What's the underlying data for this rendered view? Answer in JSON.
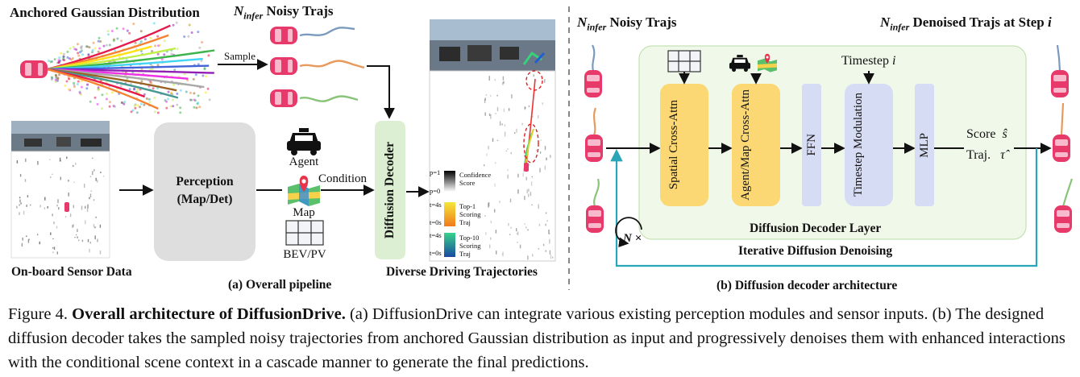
{
  "panel_a": {
    "anchored_title": "Anchored Gaussian Distribution",
    "noisy_trajs_prefix": "N",
    "noisy_trajs_sub": "infer",
    "noisy_trajs_text": "Noisy Trajs",
    "sample_label": "Sample",
    "sensor_label": "On-board Sensor Data",
    "perception_line1": "Perception",
    "perception_line2": "(Map/Det)",
    "agent_label": "Agent",
    "map_label": "Map",
    "condition_label": "Condition",
    "bev_label": "BEV/PV",
    "decoder_label": "Diffusion Decoder",
    "trajectories_label": "Diverse Driving Trajectories",
    "legend": {
      "confidence_top": "p=1",
      "confidence_bottom": "p=0",
      "confidence_title": "Confidence Score",
      "top1_top": "t=4s",
      "top1_bottom": "t=0s",
      "top1_title": "Top-1 Scoring Traj",
      "top10_top": "t=4s",
      "top10_bottom": "t=0s",
      "top10_title": "Top-10 Scoring Traj"
    },
    "subcaption": "(a) Overall pipeline"
  },
  "panel_b": {
    "noisy_trajs_text": "Noisy Trajs",
    "denoised_text": "Denoised Trajs at Step",
    "step_symbol": "i",
    "timestep_label": "Timestep",
    "timestep_symbol": "i",
    "spatial_block": "Spatial Cross-Attn",
    "agentmap_block": "Agent/Map Cross-Attn",
    "ffn_block": "FFN",
    "modulation_block": "Timestep Modulation",
    "mlp_block": "MLP",
    "score_label": "Score",
    "score_symbol": "ŝ",
    "traj_label": "Traj.",
    "traj_symbol": "τ̂",
    "layer_label": "Diffusion Decoder Layer",
    "loop_label": "N ×",
    "iterative_label": "Iterative Diffusion Denoising",
    "subcaption": "(b) Diffusion decoder architecture"
  },
  "caption": {
    "label": "Figure 4.",
    "title": "Overall architecture of DiffusionDrive.",
    "body": "(a) DiffusionDrive can integrate various existing perception modules and sensor inputs. (b) The designed diffusion decoder takes the sampled noisy trajectories from anchored Gaussian distribution as input and progressively denoises them with enhanced interactions with the conditional scene context in a cascade manner to generate the final predictions."
  },
  "colors": {
    "car": "#e83a6a",
    "decoder_green": "#dcefd2",
    "layer_bg": "#f0f8ea",
    "layer_border": "#c4e2b4",
    "block_yellow": "#fbd874",
    "block_blue": "#d6dcf3",
    "loop_teal": "#2aa6b8",
    "perception_grey": "#dedede"
  }
}
